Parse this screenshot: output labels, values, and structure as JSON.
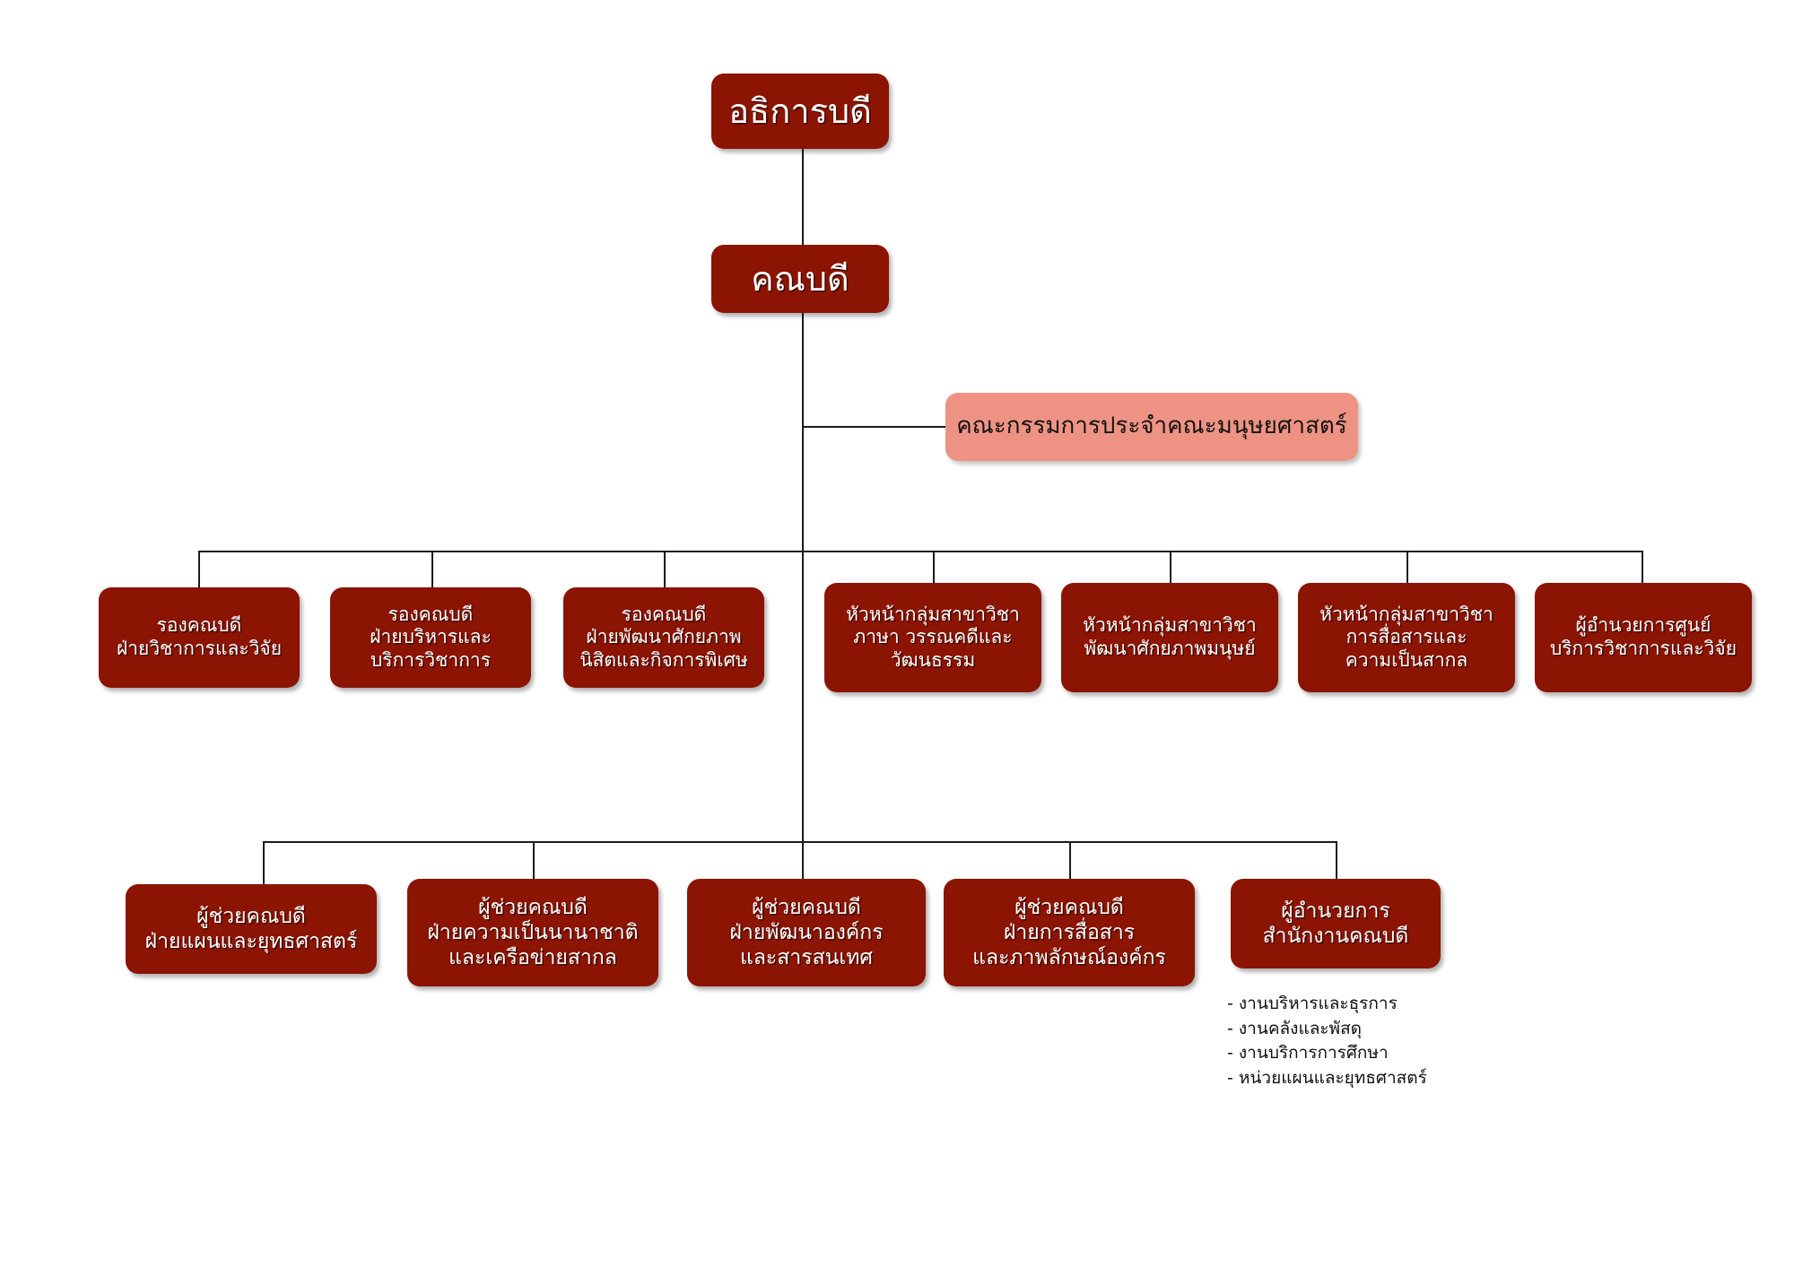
{
  "chart": {
    "title_semantic": "organizational-chart-faculty-of-humanities",
    "colors": {
      "box_primary": "#8B1403",
      "box_secondary": "#EE9384",
      "line": "#1b1b1b",
      "text_on_primary": "#ffffff",
      "text_on_secondary": "#111111",
      "background": "#ffffff"
    }
  },
  "nodes": {
    "rector": {
      "label": "อธิการบดี"
    },
    "dean": {
      "label": "คณบดี"
    },
    "committee": {
      "label": "คณะกรรมการประจำคณะมนุษยศาสตร์"
    }
  },
  "row1": [
    {
      "label": "รองคณบดี\nฝ่ายวิชาการและวิจัย"
    },
    {
      "label": "รองคณบดี\nฝ่ายบริหารและ\nบริการวิชาการ"
    },
    {
      "label": "รองคณบดี\nฝ่ายพัฒนาศักยภาพ\nนิสิตและกิจการพิเศษ"
    },
    {
      "label": "หัวหน้ากลุ่มสาขาวิชา\nภาษา วรรณคดีและ\nวัฒนธรรม"
    },
    {
      "label": "หัวหน้ากลุ่มสาขาวิชา\nพัฒนาศักยภาพมนุษย์"
    },
    {
      "label": "หัวหน้ากลุ่มสาขาวิชา\nการสื่อสารและ\nความเป็นสากล"
    },
    {
      "label": "ผู้อำนวยการศูนย์\nบริการวิชาการและวิจัย"
    }
  ],
  "row2": [
    {
      "label": "ผู้ช่วยคณบดี\nฝ่ายแผนและยุทธศาสตร์"
    },
    {
      "label": "ผู้ช่วยคณบดี\nฝ่ายความเป็นนานาชาติ\nและเครือข่ายสากล"
    },
    {
      "label": "ผู้ช่วยคณบดี\nฝ่ายพัฒนาองค์กร\nและสารสนเทศ"
    },
    {
      "label": "ผู้ช่วยคณบดี\nฝ่ายการสื่อสาร\nและภาพลักษณ์องค์กร"
    },
    {
      "label": "ผู้อำนวยการ\nสำนักงานคณบดี"
    }
  ],
  "notes": {
    "items": [
      "- งานบริหารและธุรการ",
      "- งานคลังและพัสดุ",
      "- งานบริการการศึกษา",
      "- หน่วยแผนและยุทธศาสตร์"
    ],
    "text": "- งานบริหารและธุรการ\n- งานคลังและพัสดุ\n- งานบริการการศึกษา\n- หน่วยแผนและยุทธศาสตร์"
  }
}
